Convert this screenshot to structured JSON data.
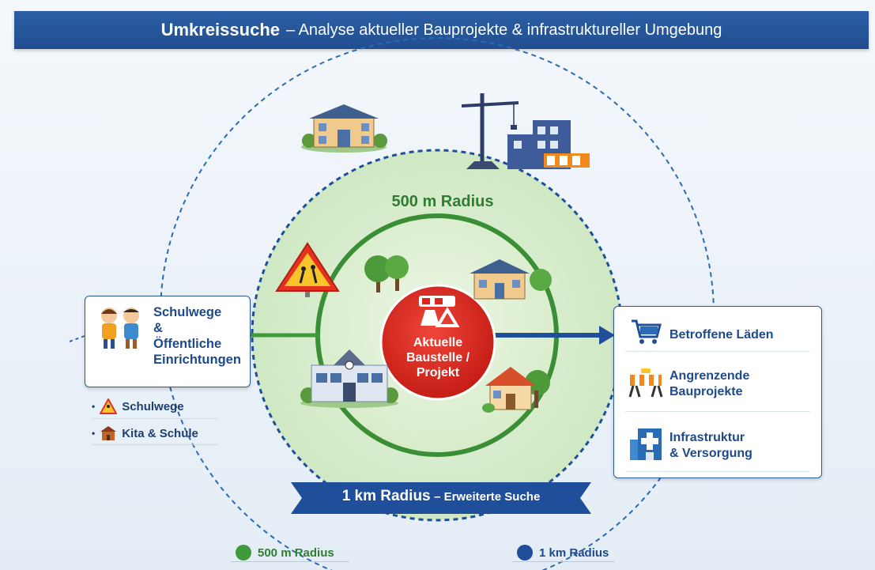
{
  "header": {
    "title_strong": "Umkreissuche",
    "title_rest": "– Analyse aktueller Bauprojekte & infrastruktureller Umgebung"
  },
  "center": {
    "line1": "Aktuelle",
    "line2": "Baustelle /",
    "line3": "Projekt"
  },
  "radius_500_label": "500 m Radius",
  "radius_1km_banner": {
    "strong": "1 km Radius",
    "rest": "– Erweiterte Suche"
  },
  "left_card": {
    "lines": [
      "Schulwege",
      "&",
      "Öffentliche",
      "Einrichtungen"
    ]
  },
  "left_bullets": [
    {
      "icon": "school-crossing-icon",
      "label": "Schulwege"
    },
    {
      "icon": "school-building-icon",
      "label": "Kita & Schule"
    }
  ],
  "right_card": {
    "items": [
      {
        "icon": "shopping-cart-icon",
        "line1": "Betroffene Läden",
        "line2": ""
      },
      {
        "icon": "construction-barrier-icon",
        "line1": "Angrenzende",
        "line2": "Bauprojekte"
      },
      {
        "icon": "hospital-icon",
        "line1": "Infrastruktur",
        "line2": "& Versorgung"
      }
    ]
  },
  "legend": {
    "item_500": "500 m Radius",
    "item_1km": "1 km Radius"
  },
  "colors": {
    "header_blue": "#214e90",
    "inner_green": "#3f9a3b",
    "outer_blue_dash": "#2a6bb5",
    "center_red": "#d8281f",
    "text_blue": "#1e4a8a"
  }
}
